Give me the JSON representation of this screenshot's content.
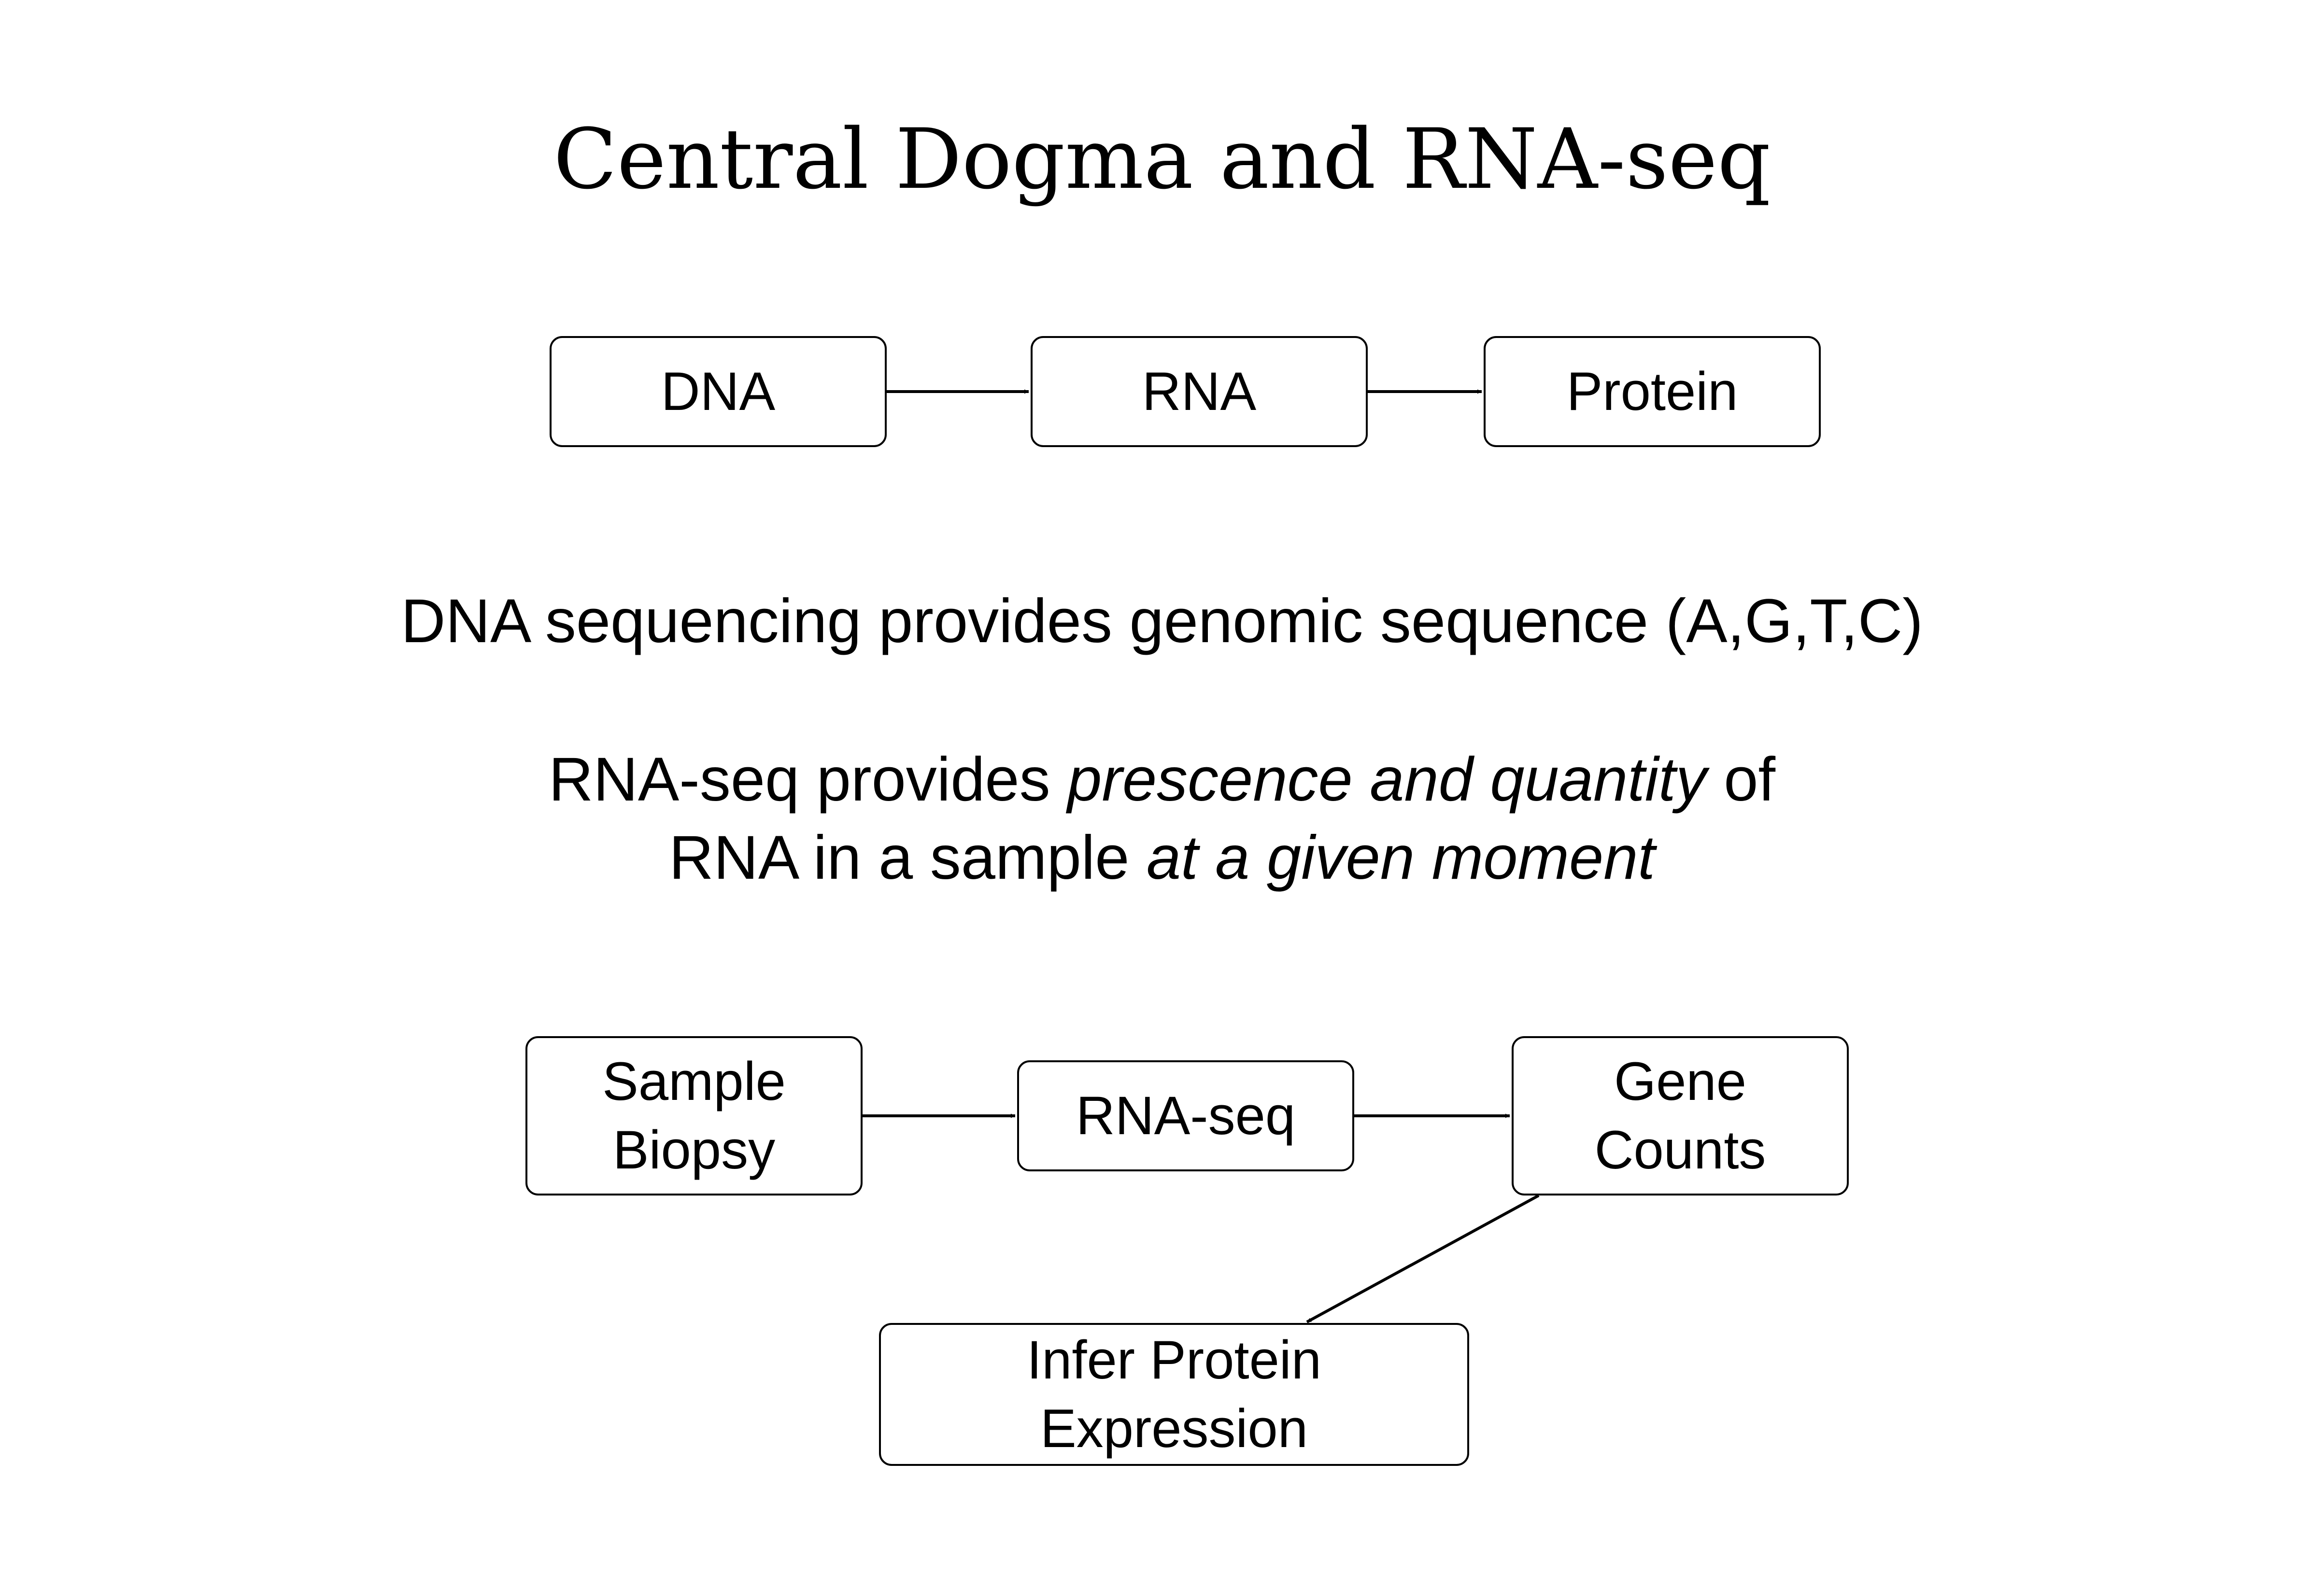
{
  "title": "Central Dogma and RNA-seq",
  "central_dogma": {
    "nodes": [
      "DNA",
      "RNA",
      "Protein"
    ]
  },
  "statements": {
    "dna_sequencing": "DNA sequencing provides genomic sequence (A,G,T,C)",
    "rna_seq": {
      "part1": "RNA-seq provides ",
      "part2_italic": "prescence and quantity",
      "part3": " of",
      "part4": "RNA in a sample ",
      "part5_italic": "at a given moment"
    }
  },
  "workflow": {
    "sample_biopsy": [
      "Sample",
      "Biopsy"
    ],
    "rna_seq": "RNA-seq",
    "gene_counts": [
      "Gene",
      "Counts"
    ],
    "infer_protein": [
      "Infer Protein",
      "Expression"
    ]
  }
}
